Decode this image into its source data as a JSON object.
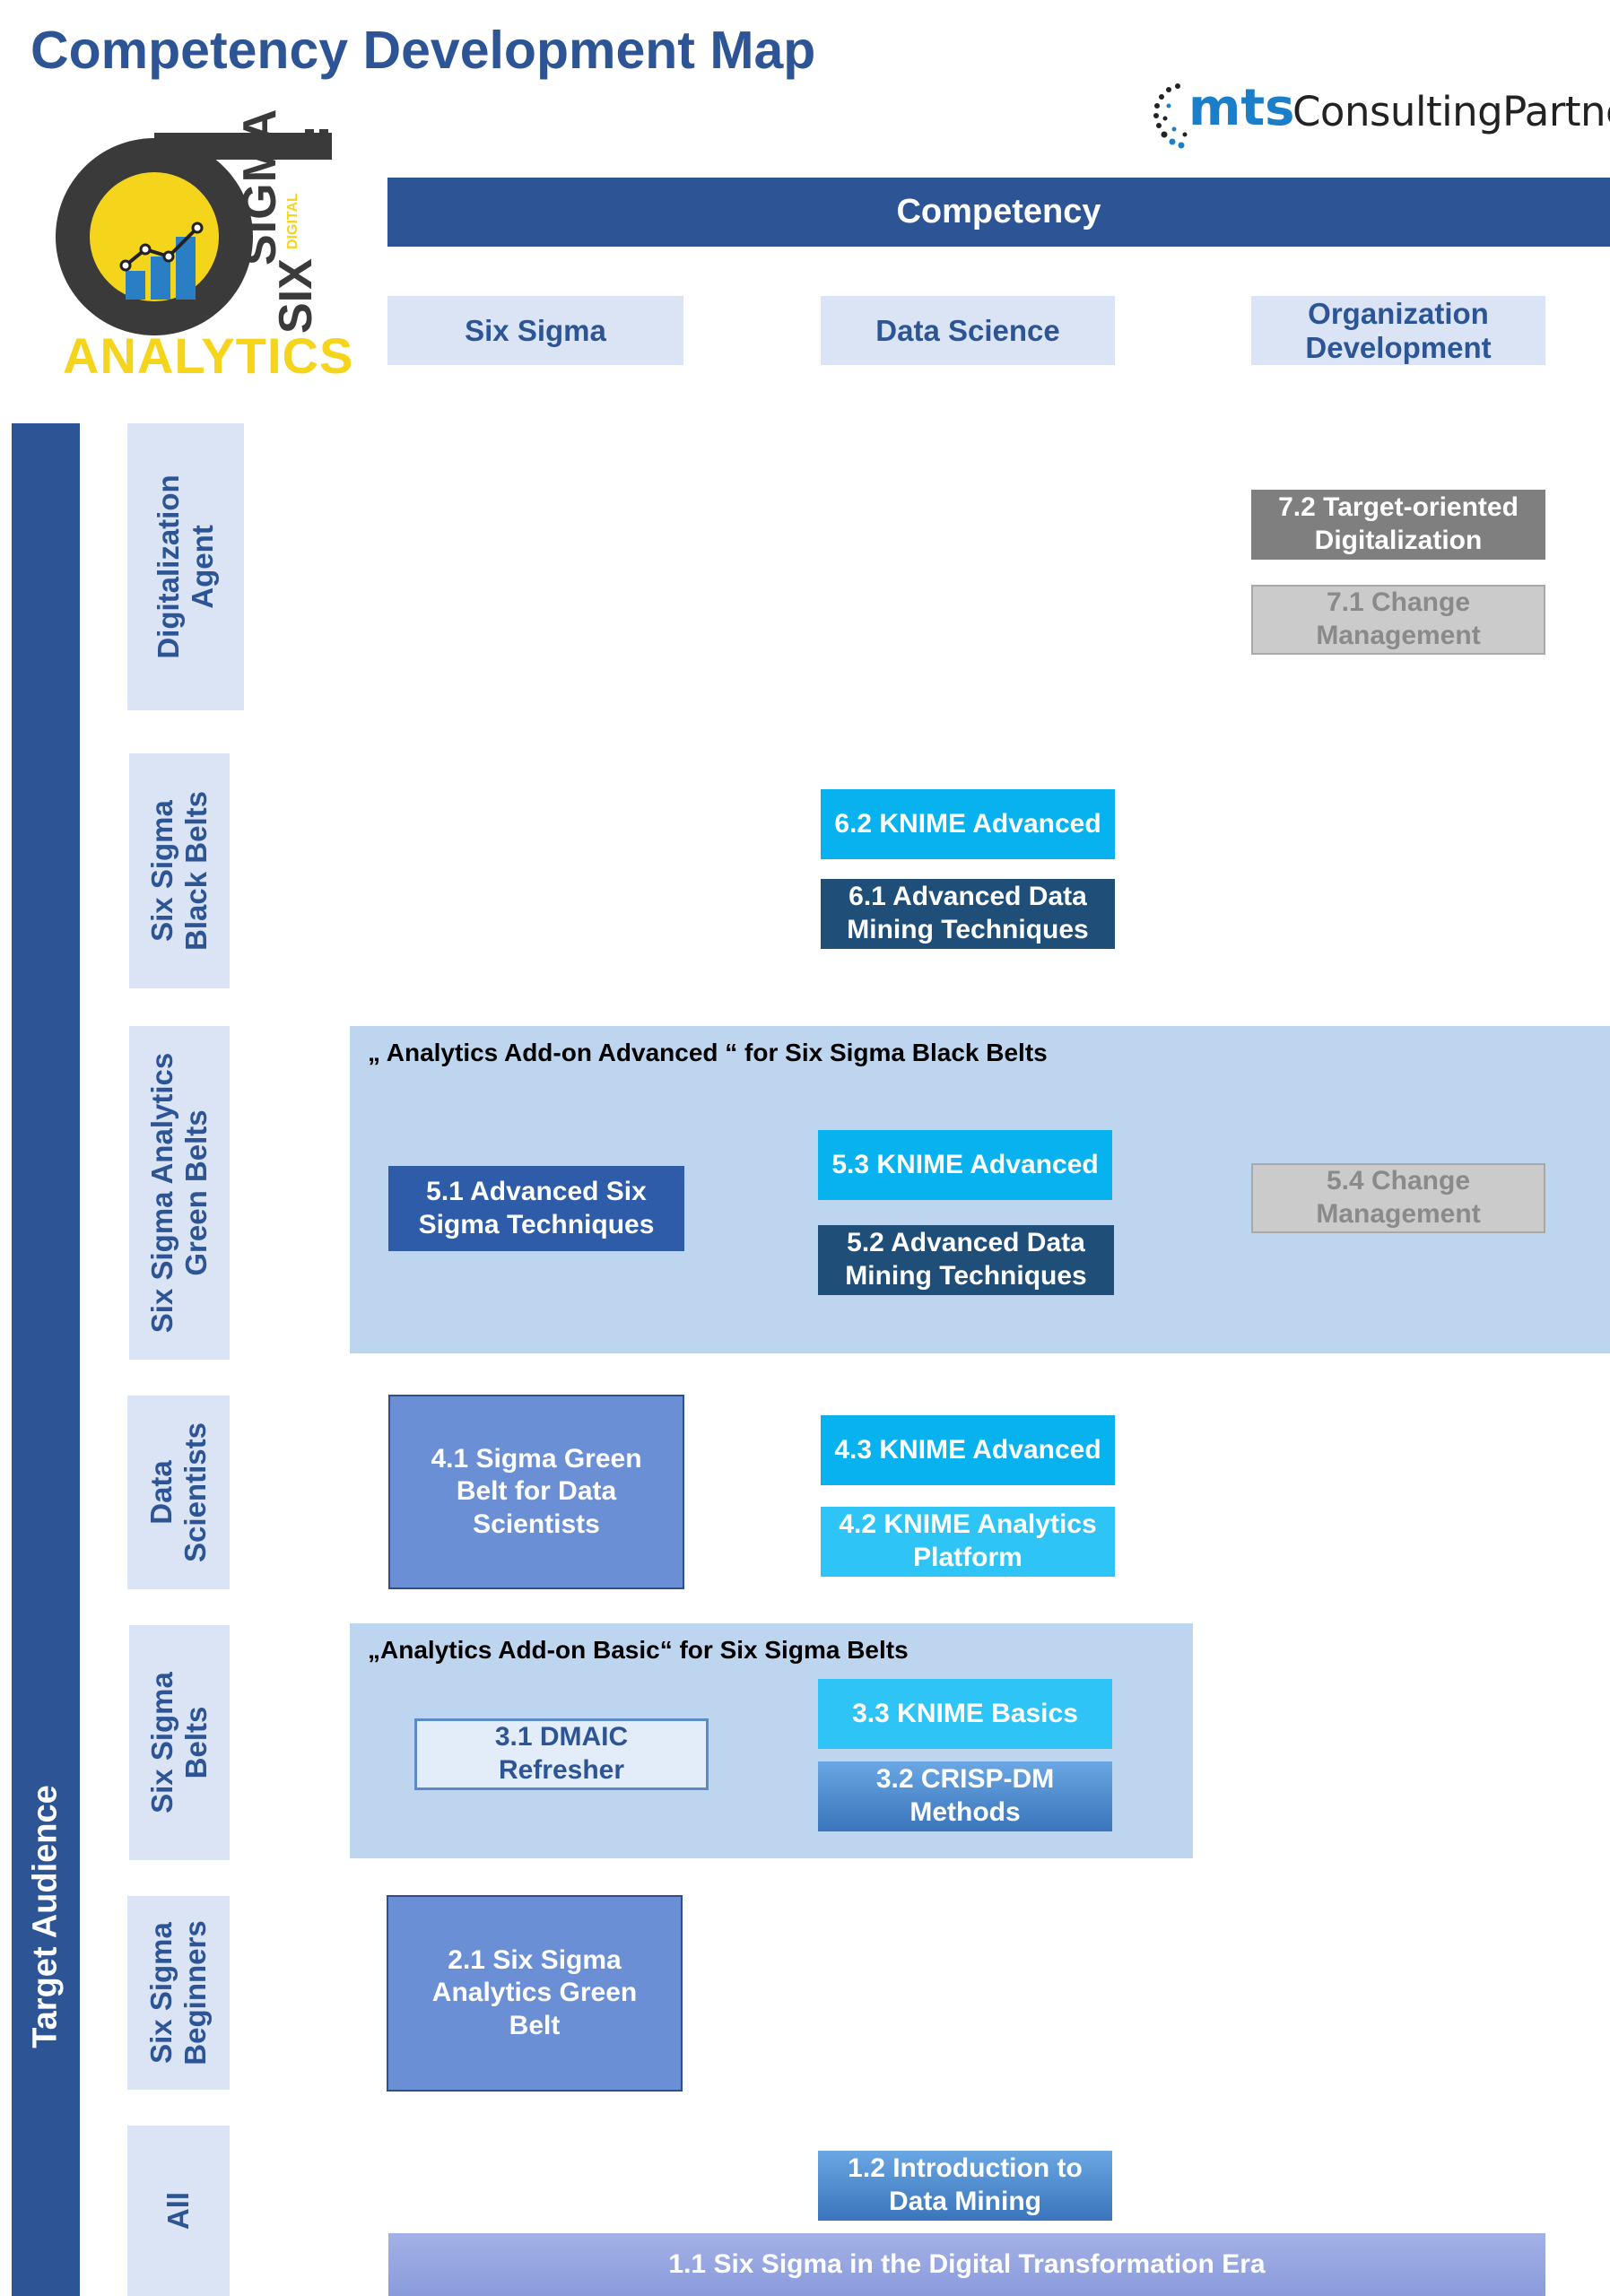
{
  "header": {
    "title": "Competency Development Map",
    "partner_brand": "mts",
    "partner_name": "ConsultingPartner",
    "logo_six": "SIX",
    "logo_sigma": "SIGMA",
    "logo_digital": "DIGITAL",
    "logo_analytics": "ANALYTICS"
  },
  "axes": {
    "competency": "Competency",
    "target_audience": "Target Audience"
  },
  "columns": [
    "Six Sigma",
    "Data Science",
    "Organization Development"
  ],
  "rows": [
    "Digitalization Agent",
    "Six Sigma Black Belts",
    "Six Sigma Analytics Green Belts",
    "Data Scientists",
    "Six Sigma Belts",
    "Six Sigma Beginners",
    "All"
  ],
  "groups": {
    "advanced": "„ Analytics Add-on Advanced “ for Six Sigma Black Belts",
    "basic": "„Analytics Add-on Basic“ for Six Sigma Belts"
  },
  "modules": {
    "m72": "7.2 Target-oriented Digitalization",
    "m71": "7.1 Change Management",
    "m62": "6.2 KNIME Advanced",
    "m61": "6.1 Advanced Data Mining Techniques",
    "m51": "5.1 Advanced Six Sigma Techniques",
    "m53": "5.3 KNIME Advanced",
    "m52": "5.2 Advanced Data Mining Techniques",
    "m54": "5.4 Change Management",
    "m41": "4.1 Sigma Green Belt for Data Scientists",
    "m43": "4.3 KNIME Advanced",
    "m42": "4.2 KNIME Analytics Platform",
    "m31": "3.1 DMAIC Refresher",
    "m33": "3.3 KNIME Basics",
    "m32": "3.2 CRISP-DM Methods",
    "m21": "2.1 Six Sigma Analytics Green Belt",
    "m12": "1.2 Introduction to Data Mining",
    "m11": "1.1 Six Sigma in the Digital Transformation Era"
  },
  "colors": {
    "primary": "#2d5596",
    "light_fill": "#dbe4f4",
    "group_fill": "#bdd5ee",
    "knime_cyan": "#07b2ee",
    "dark_navy": "#1f4e79",
    "logo_yellow": "#f5d41c"
  }
}
